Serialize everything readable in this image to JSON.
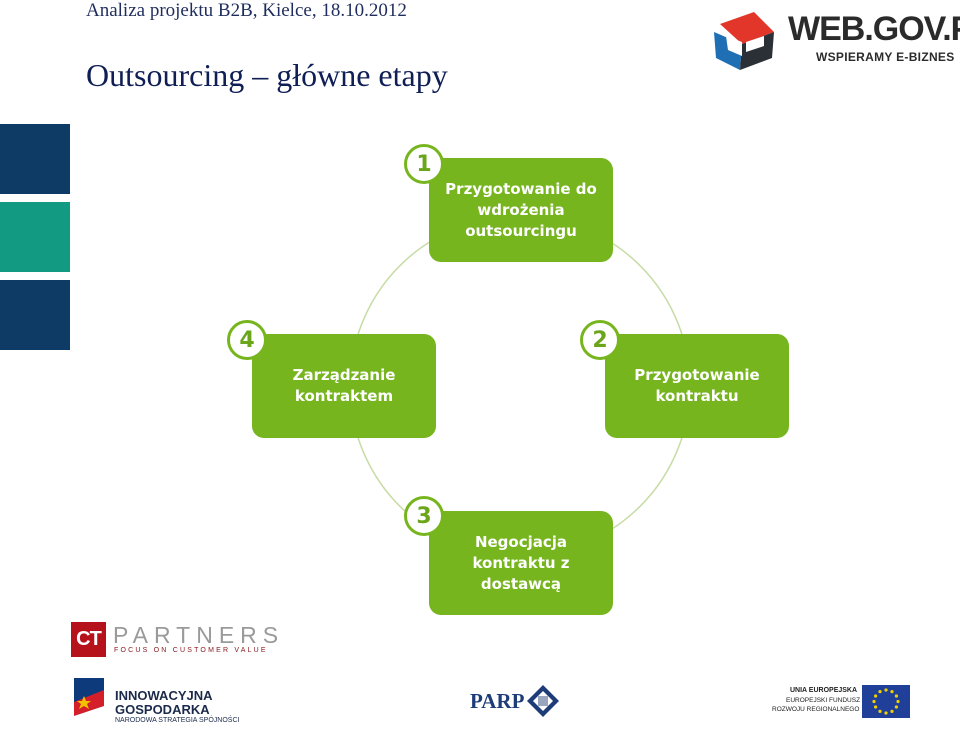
{
  "header": {
    "subtitle": "Analiza projektu B2B, Kielce, 18.10.2012",
    "title": "Outsourcing – główne etapy"
  },
  "logos": {
    "webgov": {
      "name": "WEB.GOV.PL",
      "tagline": "WSPIERAMY E-BIZNES"
    },
    "ctpartners": {
      "mark": "CT",
      "name": "PARTNERS",
      "tagline": "FOCUS ON CUSTOMER VALUE"
    },
    "innowacyjna": {
      "line1": "INNOWACYJNA",
      "line2": "GOSPODARKA",
      "line3": "NARODOWA STRATEGIA SPÓJNOŚCI"
    },
    "parp": {
      "name": "PARP"
    },
    "eu": {
      "line1": "UNIA EUROPEJSKA",
      "line2": "EUROPEJSKI FUNDUSZ",
      "line3": "ROZWOJU REGIONALNEGO"
    }
  },
  "colors": {
    "step_green": "#77b51f",
    "side_bar_navy": "#0e3a66",
    "side_bar_teal": "#129b82",
    "title_navy": "#0f1e55"
  },
  "steps": [
    {
      "number": "1",
      "label": "Przygotowanie do\nwdrożenia\noutsourcingu"
    },
    {
      "number": "2",
      "label": "Przygotowanie\nkontraktu"
    },
    {
      "number": "3",
      "label": "Negocjacja\nkontraktu z\ndostawcą"
    },
    {
      "number": "4",
      "label": "Zarządzanie\nkontraktem"
    }
  ]
}
